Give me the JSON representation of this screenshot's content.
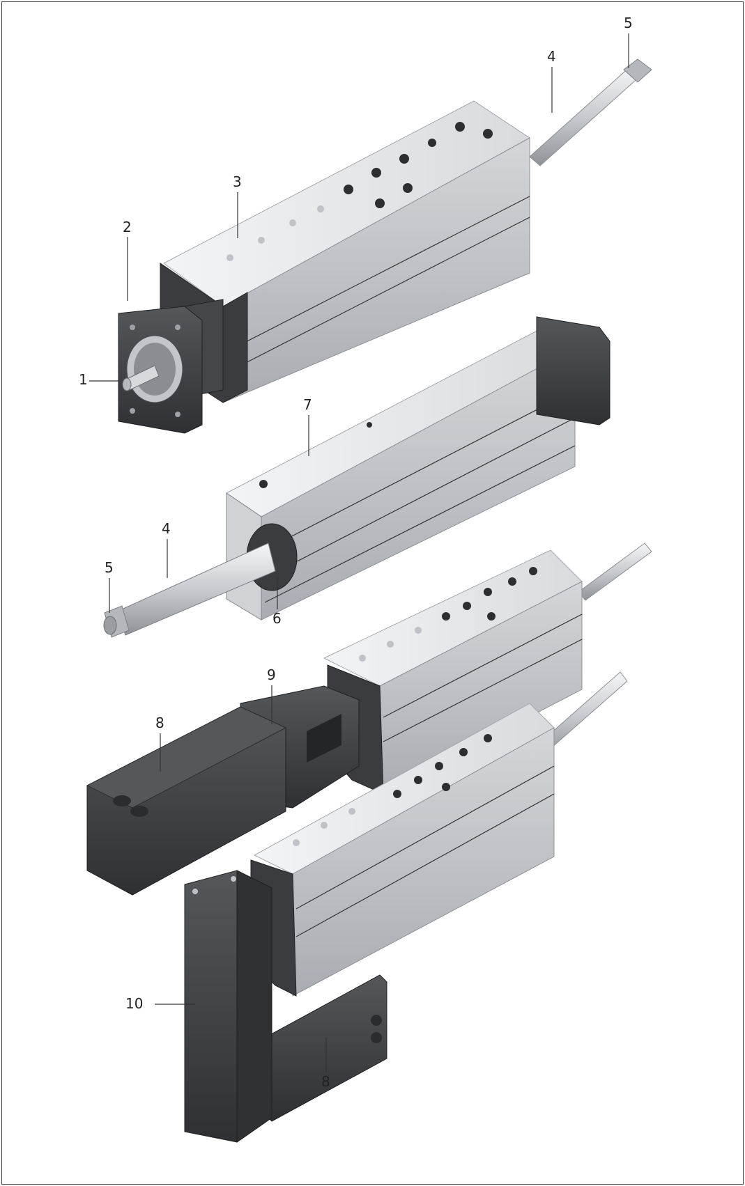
{
  "figure": {
    "callouts": {
      "c1": "1",
      "c2": "2",
      "c3": "3",
      "c4_top": "4",
      "c5_top": "5",
      "c7": "7",
      "c4_mid": "4",
      "c5_mid": "5",
      "c6": "6",
      "c9": "9",
      "c8_upper": "8",
      "c10": "10",
      "c8_lower": "8"
    },
    "colors": {
      "aluminum_light": "#e6e7e9",
      "aluminum_mid": "#c9cbcf",
      "aluminum_dark": "#9ea2a8",
      "motor_dark": "#3b3d40",
      "motor_mid": "#4d5053",
      "flange": "#2f3133"
    }
  }
}
